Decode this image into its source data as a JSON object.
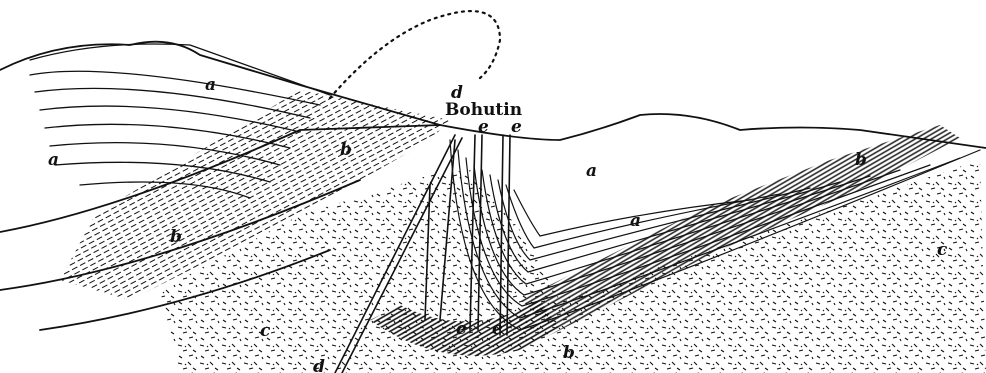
{
  "title": "Bohutin",
  "labels": {
    "a_left_upper": "a",
    "a_left_lower": "a",
    "b_left_upper": "b",
    "b_left_lower": "b",
    "d_top": "d",
    "e_top_left": "e",
    "e_top_right": "e",
    "a_right_upper": "a",
    "a_right_lower": "a",
    "b_right": "b",
    "c_right": "c",
    "c_bottom_left": "c",
    "e_bottom_left": "e",
    "e_bottom_right": "e",
    "b_bottom": "b",
    "d_bottom": "d"
  },
  "colors": {
    "ink": "#111111",
    "paper": "#ffffff"
  }
}
